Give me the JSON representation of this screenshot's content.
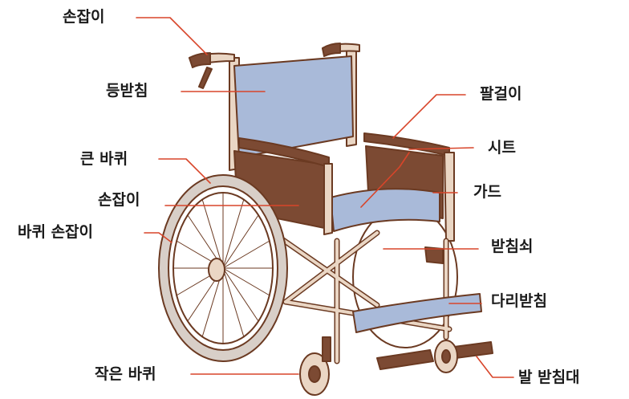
{
  "colors": {
    "outline": "#6b3a22",
    "frame": "#ead6c4",
    "seat_fabric": "#a9bad9",
    "guard_fabric": "#7c4a33",
    "tire": "#d8cfc8",
    "leader_line": "#d8452a"
  },
  "labels": {
    "push_handle": "손잡이",
    "backrest": "등받침",
    "armrest": "팔걸이",
    "seat": "시트",
    "large_wheel": "큰 바퀴",
    "hand_grip": "손잡이",
    "side_guard": "가드",
    "hand_rim": "바퀴 손잡이",
    "brake": "받침쇠",
    "leg_rest": "다리받침",
    "caster": "작은 바퀴",
    "footrest": "발 받침대"
  }
}
